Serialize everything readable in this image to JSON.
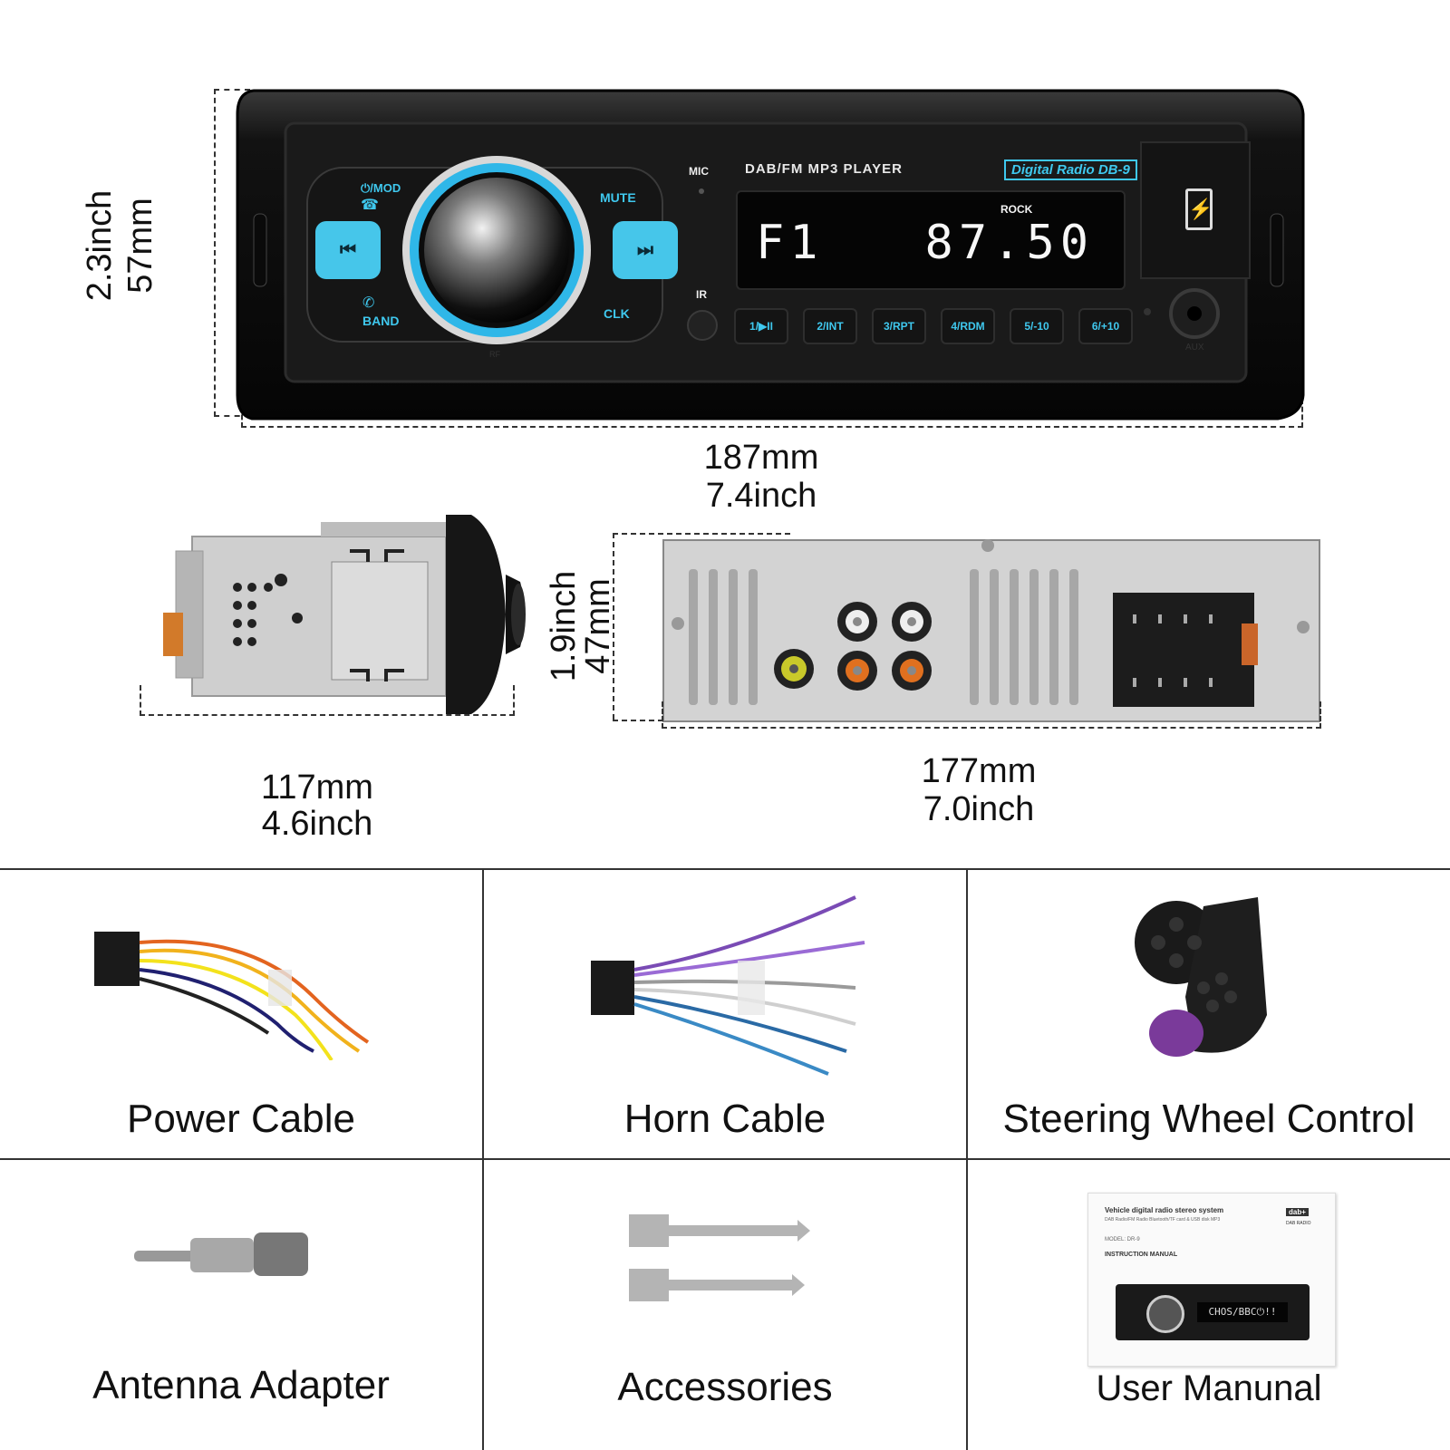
{
  "front_view": {
    "brand_line": "DAB/FM MP3 PLAYER",
    "badge": "Digital Radio DB-9",
    "mic_label": "MIC",
    "ir_label": "IR",
    "mod_label": "⏻/MOD",
    "band_label": "BAND",
    "mute_label": "MUTE",
    "clk_label": "CLK",
    "display_main": "F1   87.50",
    "display_tag": "ROCK",
    "preset_buttons": [
      "1/▶II",
      "2/INT",
      "3/RPT",
      "4/RDM",
      "5/-10",
      "6/+10"
    ],
    "aux_label": "AUX",
    "rf_label": "RF",
    "height_inch": "2.3inch",
    "height_mm": "57mm",
    "width_mm": "187mm",
    "width_inch": "7.4inch"
  },
  "side_view": {
    "depth_mm": "117mm",
    "depth_inch": "4.6inch"
  },
  "rear_view": {
    "height_inch": "1.9inch",
    "height_mm": "47mm",
    "width_mm": "177mm",
    "width_inch": "7.0inch"
  },
  "items": [
    {
      "label": "Power Cable",
      "icon": "power-cable"
    },
    {
      "label": "Horn Cable",
      "icon": "horn-cable"
    },
    {
      "label": "Steering Wheel Control",
      "icon": "steering-wheel-remote"
    },
    {
      "label": "Antenna Adapter",
      "icon": "antenna-adapter"
    },
    {
      "label": "Accessories",
      "icon": "removal-keys"
    },
    {
      "label": "User Manunal",
      "icon": "manual"
    }
  ],
  "manual": {
    "title": "Vehicle digital radio stereo system",
    "subtitle": "DAB Radio/FM Radio Bluetooth/TF card & USB disk MP3",
    "model": "MODEL: DR-9",
    "heading": "INSTRUCTION MANUAL",
    "logo": "dab+",
    "logo_sub": "DAB RADIO",
    "display_text": "CHOS/BBC⏻!!"
  },
  "colors": {
    "accent_blue": "#3fc8ee",
    "unit_black": "#141414",
    "metal": "#c9c9c9"
  }
}
